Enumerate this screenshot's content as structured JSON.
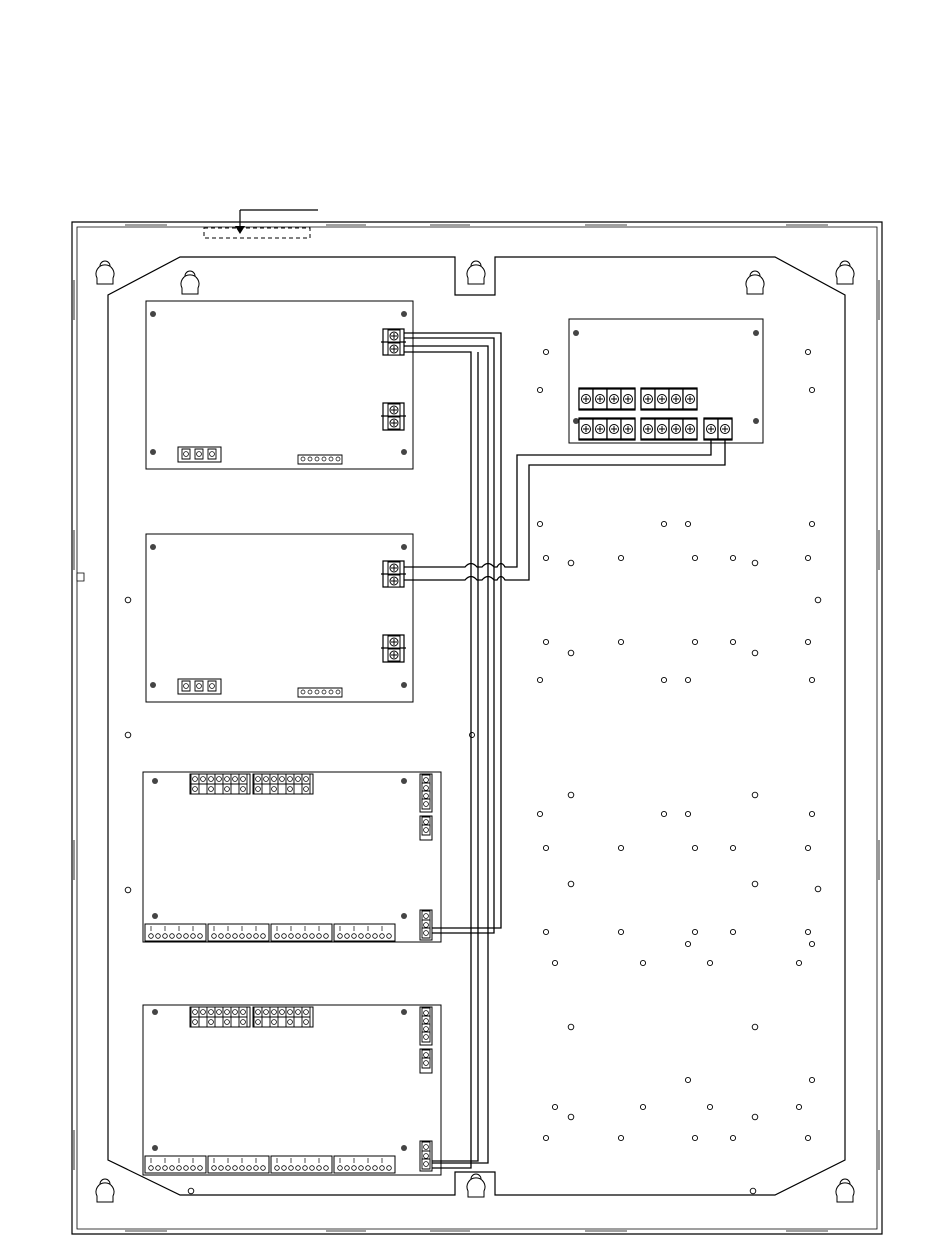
{
  "diagram": {
    "type": "enclosure-layout-drawing",
    "line_color": "#000000",
    "background_color": "#ffffff",
    "components": [
      {
        "id": "enclosure-backbox",
        "kind": "cabinet"
      },
      {
        "id": "power-supply-1",
        "kind": "circuit-board"
      },
      {
        "id": "power-supply-2",
        "kind": "circuit-board"
      },
      {
        "id": "io-module-1",
        "kind": "circuit-board"
      },
      {
        "id": "io-module-2",
        "kind": "circuit-board"
      },
      {
        "id": "distribution-board",
        "kind": "terminal-board"
      }
    ],
    "callout_arrow": "pointer-to-dashed-region",
    "wires": 5,
    "mounting_holes": "keyhole-slots"
  }
}
